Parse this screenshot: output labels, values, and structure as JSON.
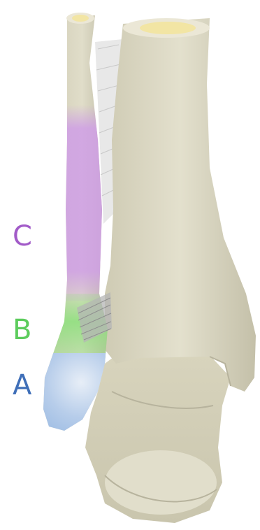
{
  "zones": [
    {
      "key": "C",
      "label": "C",
      "color": "#a25bc8",
      "fill": "#cf9ee6"
    },
    {
      "key": "B",
      "label": "B",
      "color": "#5ccc5c",
      "fill": "#8fe07e"
    },
    {
      "key": "A",
      "label": "A",
      "color": "#3f6fb8",
      "fill": "#a9c6e8"
    }
  ],
  "bone_color": "#dcd8c4",
  "bone_shade": "#b7b39d",
  "marrow_color": "#f2e5a4",
  "ligament_color": "#c9c9c9"
}
